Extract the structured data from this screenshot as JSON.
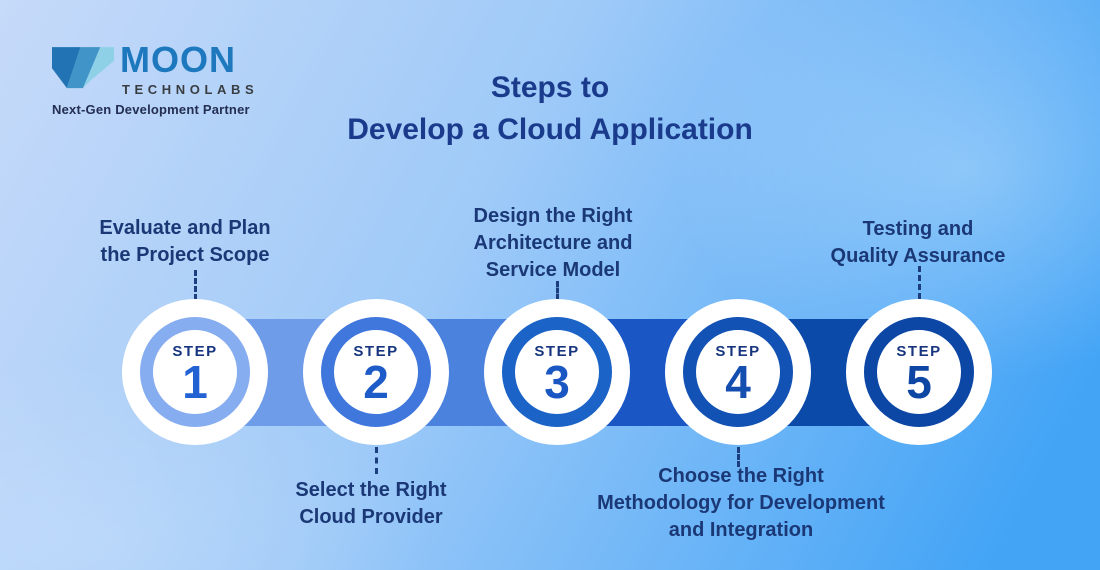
{
  "brand": {
    "name": "MOON",
    "subname": "TECHNOLABS",
    "tagline": "Next-Gen Development Partner"
  },
  "title": {
    "line1": "Steps to",
    "line2": "Develop a Cloud Application"
  },
  "steps": [
    {
      "step_word": "STEP",
      "number": "1",
      "caption": "Evaluate and Plan\nthe Project Scope",
      "caption_position": "top",
      "ring_color": "#86adf0",
      "number_color": "#2262d3"
    },
    {
      "step_word": "STEP",
      "number": "2",
      "caption": "Select the Right\nCloud Provider",
      "caption_position": "bottom",
      "ring_color": "#3f77dc",
      "number_color": "#1d5bc9"
    },
    {
      "step_word": "STEP",
      "number": "3",
      "caption": "Design the Right\nArchitecture and\nService Model",
      "caption_position": "top",
      "ring_color": "#1b63c7",
      "number_color": "#1a57c2"
    },
    {
      "step_word": "STEP",
      "number": "4",
      "caption": "Choose the Right\nMethodology for Development\nand Integration",
      "caption_position": "bottom",
      "ring_color": "#1252b4",
      "number_color": "#144eb0"
    },
    {
      "step_word": "STEP",
      "number": "5",
      "caption": "Testing and\nQuality Assurance",
      "caption_position": "top",
      "ring_color": "#0c47a6",
      "number_color": "#0e47a3"
    }
  ],
  "timeline": {
    "segment_colors": [
      "#6f9ce9",
      "#4b82dd",
      "#1a57c4",
      "#0b4aa9"
    ]
  },
  "colors": {
    "bg_light": "#c6daf9",
    "bg_mid": "#9fcaf8",
    "bg_deep": "#43a4f6",
    "heading": "#1a3a8c",
    "caption": "#1b3876",
    "step_word": "#17357e",
    "connector": "#1c3e7e",
    "brand_blue": "#1e78bd",
    "brand_dark": "#383d42",
    "tagline": "#232e52",
    "logo_dark": "#2173b4",
    "logo_mid": "#4094c8",
    "logo_light": "#8ed1e6"
  }
}
